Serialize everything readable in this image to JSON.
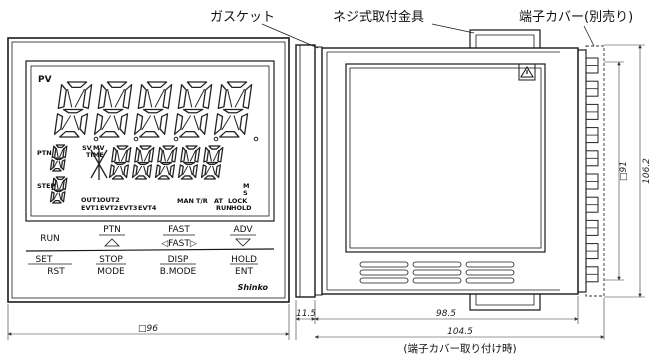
{
  "callouts": {
    "gasket": "ガスケット",
    "screw_bracket": "ネジ式取付金具",
    "terminal_cover": "端子カバー(別売り)"
  },
  "front": {
    "display_indicators": {
      "pv": "PV",
      "sv": "SV",
      "mv": "MV",
      "time": "TIME",
      "ptn": "PTN",
      "step": "STEP",
      "out1": "OUT1",
      "out2": "OUT2",
      "evt1": "EVT1",
      "evt2": "EVT2",
      "evt3": "EVT3",
      "evt4": "EVT4",
      "man": "MAN",
      "tr": "T/R",
      "at": "AT",
      "lock": "LOCK",
      "run_ind": "RUN",
      "hold_ind": "HOLD",
      "m": "M",
      "s": "S"
    },
    "keys": {
      "run": "RUN",
      "ptn": "PTN",
      "fast": "FAST",
      "fast_sub": "◁FAST▷",
      "adv": "ADV",
      "set": "SET",
      "rst": "RST",
      "stop": "STOP",
      "mode": "MODE",
      "disp": "DISP",
      "bmode": "B.MODE",
      "hold": "HOLD",
      "ent": "ENT"
    },
    "brand": "Shinko",
    "width_dim": "□96"
  },
  "side": {
    "dims": {
      "gasket_depth": "11.5",
      "body_depth": "98.5",
      "total_depth": "104.5",
      "total_note": "(端子カバー取り付け時)",
      "panel_cutout_height": "□91",
      "height": "106.2"
    },
    "warning_icon": "warning-triangle-icon"
  },
  "colors": {
    "line": "#1a1a1a",
    "background": "#ffffff"
  }
}
